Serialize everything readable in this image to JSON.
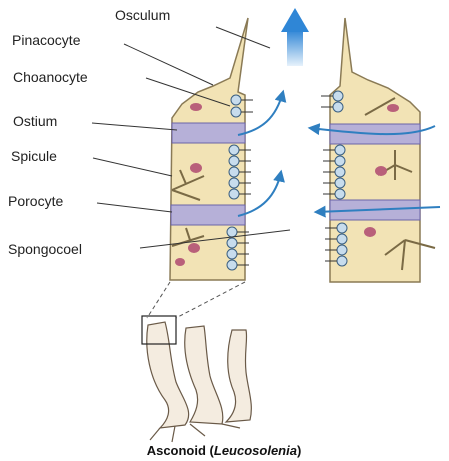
{
  "labels": {
    "osculum": "Osculum",
    "pinacocyte": "Pinacocyte",
    "choanocyte": "Choanocyte",
    "ostium": "Ostium",
    "spicule": "Spicule",
    "porocyte": "Porocyte",
    "spongocoel": "Spongocoel"
  },
  "caption": {
    "main": "Asconoid (",
    "genus": "Leucosolenia",
    "close": ")"
  },
  "colors": {
    "wall": "#f2e3b5",
    "wall_stroke": "#8a7a55",
    "porocyte": "#b6b0d8",
    "choanocyte": "#c7dced",
    "nucleus": "#b9607a",
    "arrow": "#2f7fc0",
    "osculum_arrow": "#3a8fd8"
  }
}
